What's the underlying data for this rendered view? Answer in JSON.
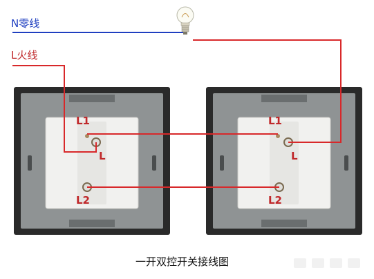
{
  "labels": {
    "neutral": "N零线",
    "live": "L火线",
    "caption": "一开双控开关接线图"
  },
  "switches": [
    {
      "terminals": {
        "l1": "L1",
        "l": "L",
        "l2": "L2"
      }
    },
    {
      "terminals": {
        "l1": "L1",
        "l": "L",
        "l2": "L2"
      }
    }
  ],
  "colors": {
    "neutral_wire": "#1f3fc0",
    "live_wire": "#d8282a",
    "neutral_text": "#1f3fc0",
    "live_text": "#c0282a",
    "plate_dark": "#2a2a2a",
    "plate_face": "#8f9394",
    "module": "#f1f1ef"
  },
  "icons": {
    "lamp": "light-bulb-icon"
  }
}
